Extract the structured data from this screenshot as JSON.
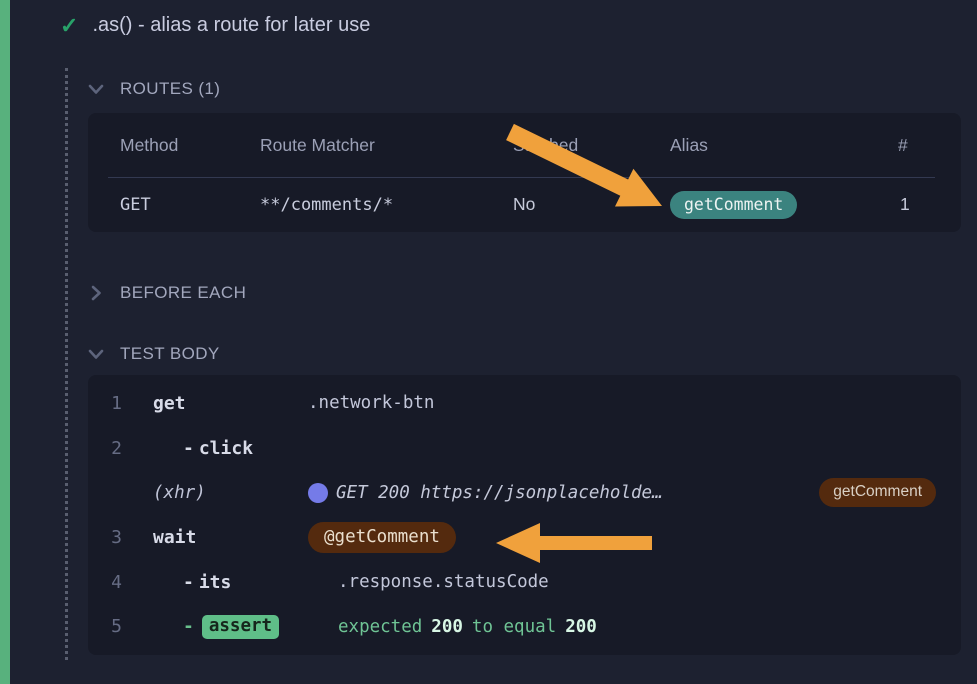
{
  "colors": {
    "page_bg": "#1d2130",
    "panel_bg": "#171a27",
    "accent_green": "#58b17d",
    "check_green": "#28a269",
    "teal_badge": "#3b837f",
    "brown_badge": "#542a0e",
    "assert_green": "#5fbe88",
    "orange_arrow": "#f0a13c",
    "dot_blue": "#757be8"
  },
  "icons": {
    "check": "✓"
  },
  "test": {
    "title": ".as() - alias a route for later use"
  },
  "routes": {
    "label": "ROUTES (1)",
    "headers": {
      "method": "Method",
      "route_matcher": "Route Matcher",
      "stubbed": "Stubbed",
      "alias": "Alias",
      "count": "#"
    },
    "row": {
      "method": "GET",
      "route_matcher": "**/comments/*",
      "stubbed": "No",
      "alias": "getComment",
      "count": "1"
    }
  },
  "before_each": {
    "label": "BEFORE EACH"
  },
  "test_body": {
    "label": "TEST BODY",
    "commands": {
      "get": {
        "number": "1",
        "name": "get",
        "arg": ".network-btn"
      },
      "click": {
        "number": "2",
        "prefix": "-",
        "name": "click"
      },
      "xhr": {
        "event": "(xhr)",
        "message": "GET 200 https://jsonplaceholde…",
        "alias_badge": "getComment"
      },
      "wait": {
        "number": "3",
        "name": "wait",
        "alias_badge": "@getComment"
      },
      "its": {
        "number": "4",
        "prefix": "-",
        "name": "its",
        "arg": ".response.statusCode"
      },
      "assert": {
        "number": "5",
        "prefix": "-",
        "name": "assert",
        "expected_word": "expected",
        "actual_value": "200",
        "to_equal_words": "to equal",
        "expected_value": "200"
      }
    }
  }
}
